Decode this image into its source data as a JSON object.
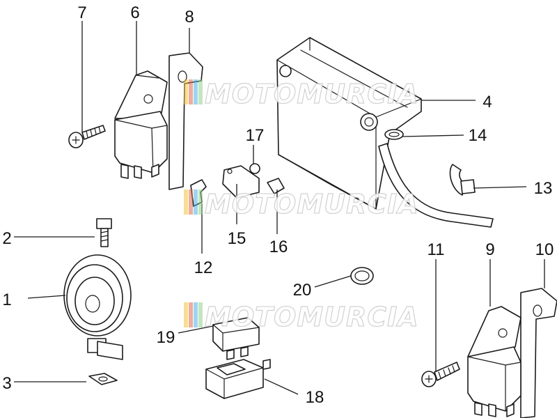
{
  "watermark": {
    "text": "MOTOMURCIA",
    "stripe_colors": [
      "#f1c23b",
      "#e36a4a",
      "#4cb3e6",
      "#8fd18c"
    ]
  },
  "callouts": [
    {
      "id": "1",
      "label": "1"
    },
    {
      "id": "2",
      "label": "2"
    },
    {
      "id": "3",
      "label": "3"
    },
    {
      "id": "4",
      "label": "4"
    },
    {
      "id": "6",
      "label": "6"
    },
    {
      "id": "7",
      "label": "7"
    },
    {
      "id": "8",
      "label": "8"
    },
    {
      "id": "9",
      "label": "9"
    },
    {
      "id": "10",
      "label": "10"
    },
    {
      "id": "11",
      "label": "11"
    },
    {
      "id": "12",
      "label": "12"
    },
    {
      "id": "13",
      "label": "13"
    },
    {
      "id": "14",
      "label": "14"
    },
    {
      "id": "15",
      "label": "15"
    },
    {
      "id": "16",
      "label": "16"
    },
    {
      "id": "17",
      "label": "17"
    },
    {
      "id": "18",
      "label": "18"
    },
    {
      "id": "19",
      "label": "19"
    },
    {
      "id": "20",
      "label": "20"
    }
  ]
}
